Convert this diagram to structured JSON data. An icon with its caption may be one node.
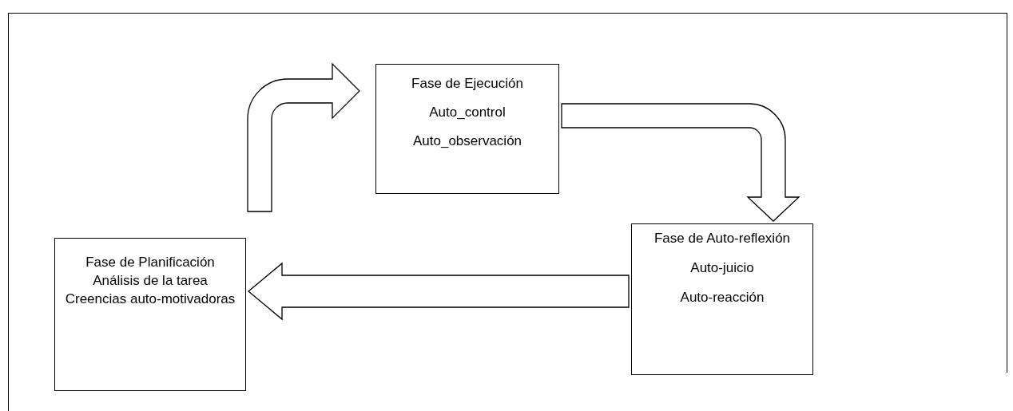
{
  "diagram": {
    "nodes": [
      {
        "text": [
          "Fase de Ejecución",
          "Auto_control",
          "Auto_observación"
        ]
      },
      {
        "text": [
          "Fase de Auto-reflexión",
          "Auto-juicio",
          "Auto-reacción"
        ]
      },
      {
        "text": [
          "Fase de Planificación",
          "Análisis de la tarea",
          "Creencias auto-motivadoras"
        ]
      }
    ],
    "edges": [
      {
        "from": 2,
        "to": 0,
        "arrow": "to"
      },
      {
        "from": 0,
        "to": 1,
        "arrow": "to"
      },
      {
        "from": 1,
        "to": 2,
        "arrow": "to"
      }
    ]
  }
}
